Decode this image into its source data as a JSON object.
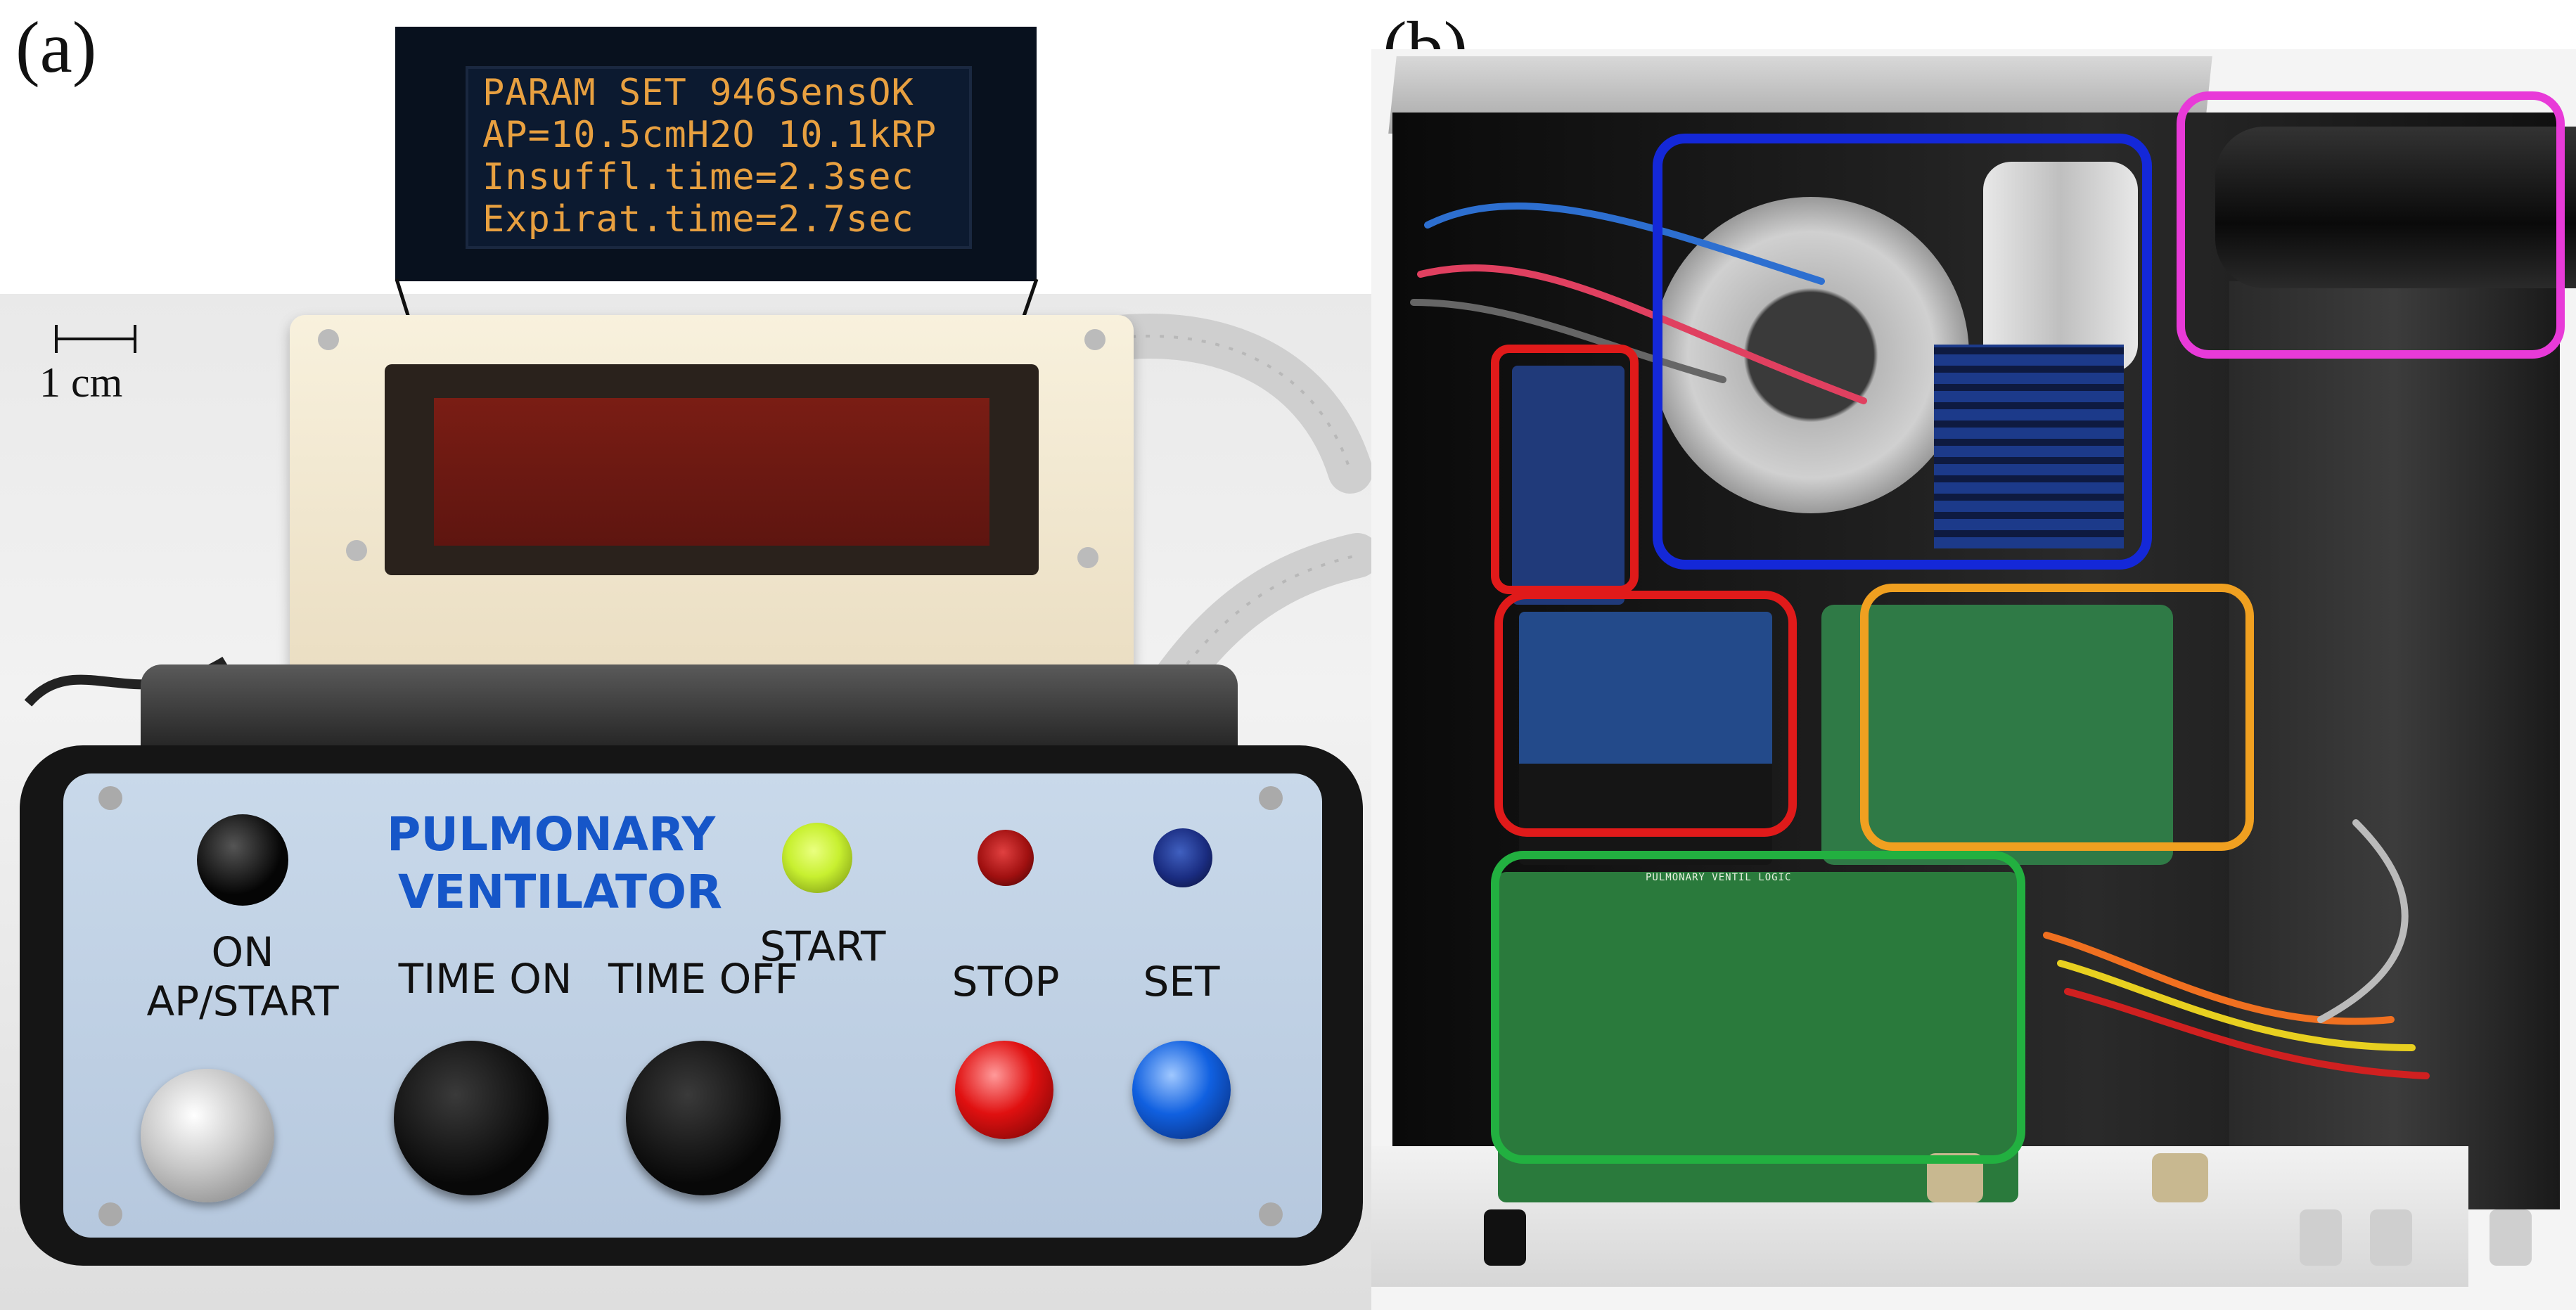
{
  "panel_a": {
    "label": "(a)",
    "scale_bar": "1 cm",
    "lcd": {
      "lines": [
        "PARAM SET 946SensOK",
        "AP=10.5cmH2O 10.1kRP",
        "Insuffl.time=2.3sec",
        "Expirat.time=2.7sec"
      ]
    },
    "front_panel": {
      "title_line1": "PULMONARY",
      "title_line2": "VENTILATOR",
      "on_label": "ON",
      "ap_start_label": "AP/START",
      "time_on_label": "TIME ON",
      "time_off_label": "TIME OFF",
      "start_label": "START",
      "stop_label": "STOP",
      "set_label": "SET"
    }
  },
  "panel_b": {
    "label": "(b)",
    "pcb_text": "PULMONARY VENTIL LOGIC",
    "highlight_colors": {
      "blue": "#1428d8",
      "magenta": "#e83ad8",
      "red": "#e01a1a",
      "orange": "#f0a020",
      "green": "#22b040"
    }
  },
  "colors": {
    "led_green": "#c8f030",
    "led_red": "#a01010",
    "led_blue": "#1a2c80",
    "title_blue": "#1656c8",
    "lcd_amber": "#e8a040"
  }
}
